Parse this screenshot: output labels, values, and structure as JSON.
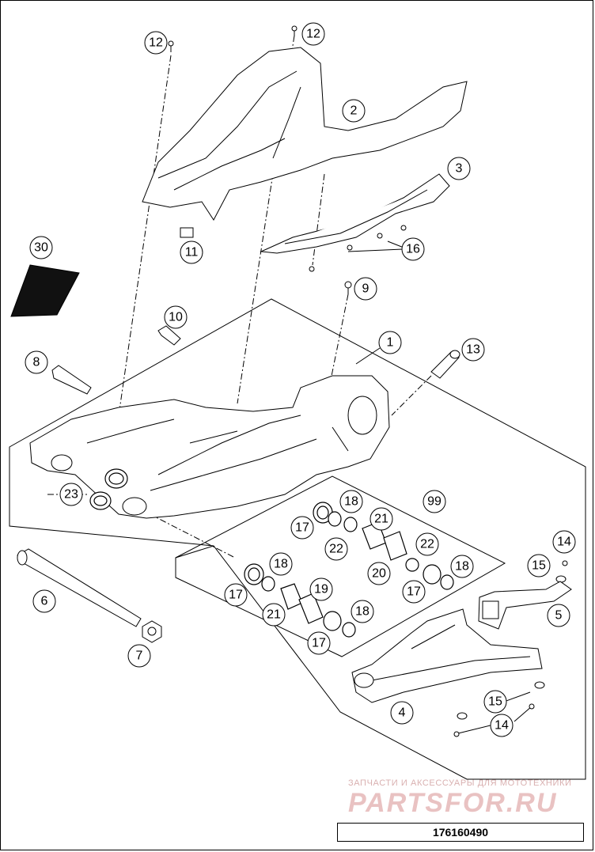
{
  "diagram": {
    "callouts": {
      "c1": "1",
      "c2": "2",
      "c3": "3",
      "c4": "4",
      "c5": "5",
      "c6": "6",
      "c7": "7",
      "c8": "8",
      "c9": "9",
      "c10": "10",
      "c11": "11",
      "c12a": "12",
      "c12b": "12",
      "c13": "13",
      "c14a": "14",
      "c14b": "14",
      "c15a": "15",
      "c15b": "15",
      "c16": "16",
      "c17a": "17",
      "c17b": "17",
      "c17c": "17",
      "c17d": "17",
      "c18a": "18",
      "c18b": "18",
      "c18c": "18",
      "c18d": "18",
      "c19": "19",
      "c20": "20",
      "c21a": "21",
      "c21b": "21",
      "c22a": "22",
      "c22b": "22",
      "c23": "23",
      "c30": "30",
      "c99": "99"
    }
  },
  "watermark": {
    "line1": "ЗАПЧАСТИ И АКСЕССУАРЫ ДЛЯ МОТОТЕХНИКИ",
    "logo": "PARTSFOR.RU"
  },
  "document_number": "176160490"
}
